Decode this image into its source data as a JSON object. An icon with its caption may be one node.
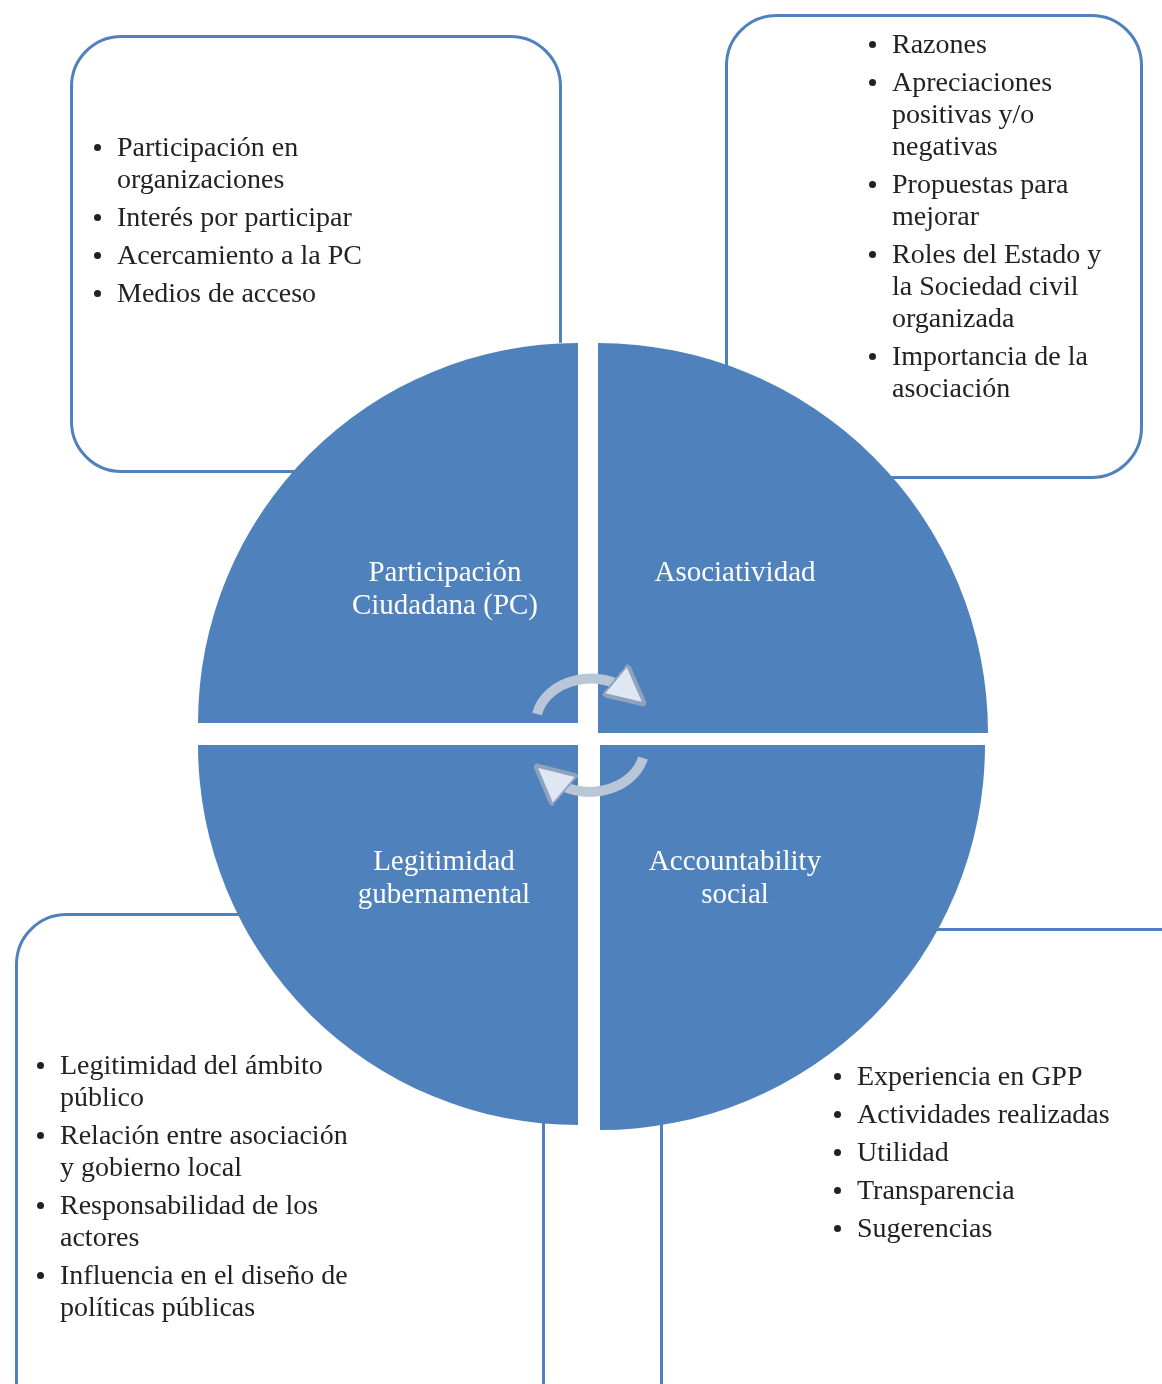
{
  "diagram": {
    "nodes": [
      {
        "text": [
          "Participación en organizaciones",
          "Interés por participar",
          "Acercamiento a la PC",
          "Medios de acceso"
        ]
      },
      {
        "text": [
          "Razones",
          "Apreciaciones positivas y/o negativas",
          "Propuestas para mejorar",
          "Roles del Estado y la Sociedad civil organizada",
          "Importancia de la asociación"
        ]
      },
      {
        "text": [
          "Participación Ciudadana (PC)"
        ]
      },
      {
        "text": [
          "Asociatividad"
        ]
      },
      {
        "text": [
          "Legitimidad gubernamental"
        ]
      },
      {
        "text": [
          "Accountability social"
        ]
      },
      {
        "text": [
          "Legitimidad del ámbito público",
          "Relación entre asociación y gobierno local",
          "Responsabilidad de los actores",
          "Influencia en el diseño de políticas públicas"
        ]
      },
      {
        "text": [
          "Experiencia en GPP",
          "Actividades realizadas",
          "Utilidad",
          "Transparencia",
          "Sugerencias"
        ]
      }
    ],
    "edges": [
      {
        "from": 2,
        "to": 3,
        "arrow": "to"
      },
      {
        "from": 5,
        "to": 4,
        "arrow": "to"
      }
    ]
  }
}
